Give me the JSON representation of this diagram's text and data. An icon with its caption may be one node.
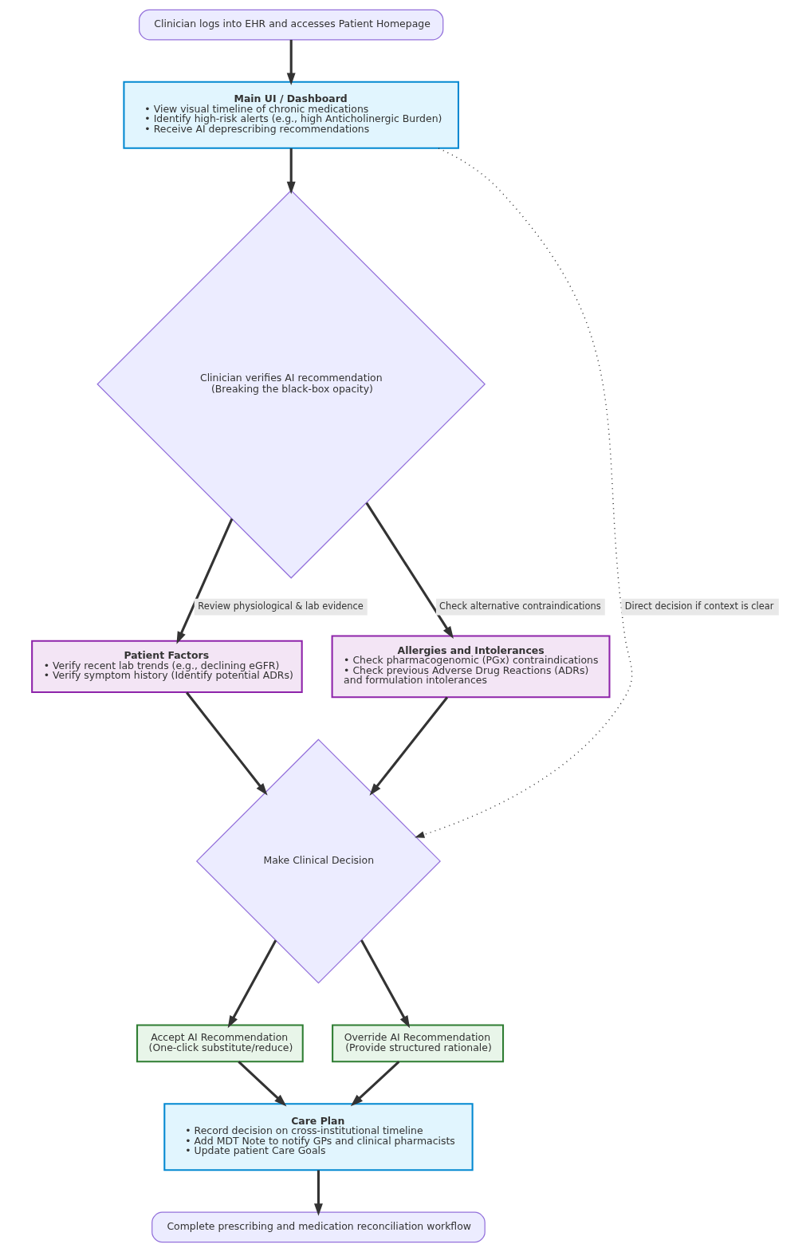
{
  "diagram": {
    "nodes": [
      {
        "text": [
          "Clinician logs into EHR and accesses Patient Homepage"
        ]
      },
      {
        "text": [
          "Main UI / Dashboard",
          "• View visual timeline of chronic medications",
          "• Identify high-risk alerts (e.g., high Anticholinergic Burden)",
          "• Receive AI deprescribing recommendations"
        ]
      },
      {
        "text": [
          "Clinician verifies AI recommendation",
          "(Breaking the black-box opacity)"
        ]
      },
      {
        "text": [
          "Patient Factors",
          "• Verify recent lab trends (e.g., declining eGFR)",
          "• Verify symptom history (Identify potential ADRs)"
        ]
      },
      {
        "text": [
          "Allergies and Intolerances",
          "• Check pharmacogenomic (PGx) contraindications",
          "• Check previous Adverse Drug Reactions (ADRs) and formulation intolerances"
        ]
      },
      {
        "text": [
          "Make Clinical Decision"
        ]
      },
      {
        "text": [
          "Accept AI Recommendation",
          "(One-click substitute/reduce)"
        ]
      },
      {
        "text": [
          "Override AI Recommendation",
          "(Provide structured rationale)"
        ]
      },
      {
        "text": [
          "Care Plan",
          "• Record decision on cross-institutional timeline",
          "• Add MDT Note to notify GPs and clinical pharmacists",
          "• Update patient Care Goals"
        ]
      },
      {
        "text": [
          "Complete prescribing and medication reconciliation workflow"
        ]
      }
    ],
    "edges": [
      {
        "from": 0,
        "to": 1,
        "arrow": "to"
      },
      {
        "from": 1,
        "to": 2,
        "arrow": "to"
      },
      {
        "from": 2,
        "to": 3,
        "arrow": "to",
        "label": "Review physiological & lab evidence"
      },
      {
        "from": 2,
        "to": 4,
        "arrow": "to",
        "label": "Check alternative contraindications"
      },
      {
        "from": 1,
        "to": 5,
        "arrow": "to",
        "label": "Direct decision if context is clear",
        "style": "dashed"
      },
      {
        "from": 3,
        "to": 5,
        "arrow": "to"
      },
      {
        "from": 4,
        "to": 5,
        "arrow": "to"
      },
      {
        "from": 5,
        "to": 6,
        "arrow": "to"
      },
      {
        "from": 5,
        "to": 7,
        "arrow": "to"
      },
      {
        "from": 6,
        "to": 8,
        "arrow": "to"
      },
      {
        "from": 7,
        "to": 8,
        "arrow": "to"
      },
      {
        "from": 8,
        "to": 9,
        "arrow": "to"
      }
    ]
  }
}
